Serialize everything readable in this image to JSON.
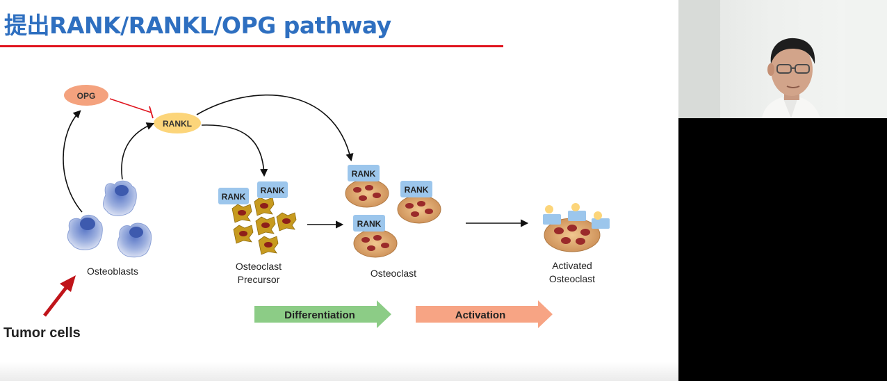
{
  "slide": {
    "title": "提出RANK/RANKL/OPG pathway",
    "nodes": {
      "opg": "OPG",
      "rankl": "RANKL",
      "rank": "RANK"
    },
    "labels": {
      "osteoblasts": "Osteoblasts",
      "precursor_line1": "Osteoclast",
      "precursor_line2": "Precursor",
      "osteoclast": "Osteoclast",
      "activated_line1": "Activated",
      "activated_line2": "Osteoclast",
      "tumor_cells": "Tumor cells"
    },
    "stages": {
      "differentiation": "Differentiation",
      "activation": "Activation"
    },
    "colors": {
      "title": "#2e6fc0",
      "rule": "#e0141e",
      "opg": "#f4a27e",
      "rankl": "#fcd57a",
      "rank": "#9cc6ec",
      "differentiation": "#8ccc86",
      "activation": "#f7a484",
      "tumor_arrow": "#c0141a",
      "inhibit_line": "#e0141e"
    }
  },
  "webcam": {
    "presenter": "presenter-video"
  }
}
